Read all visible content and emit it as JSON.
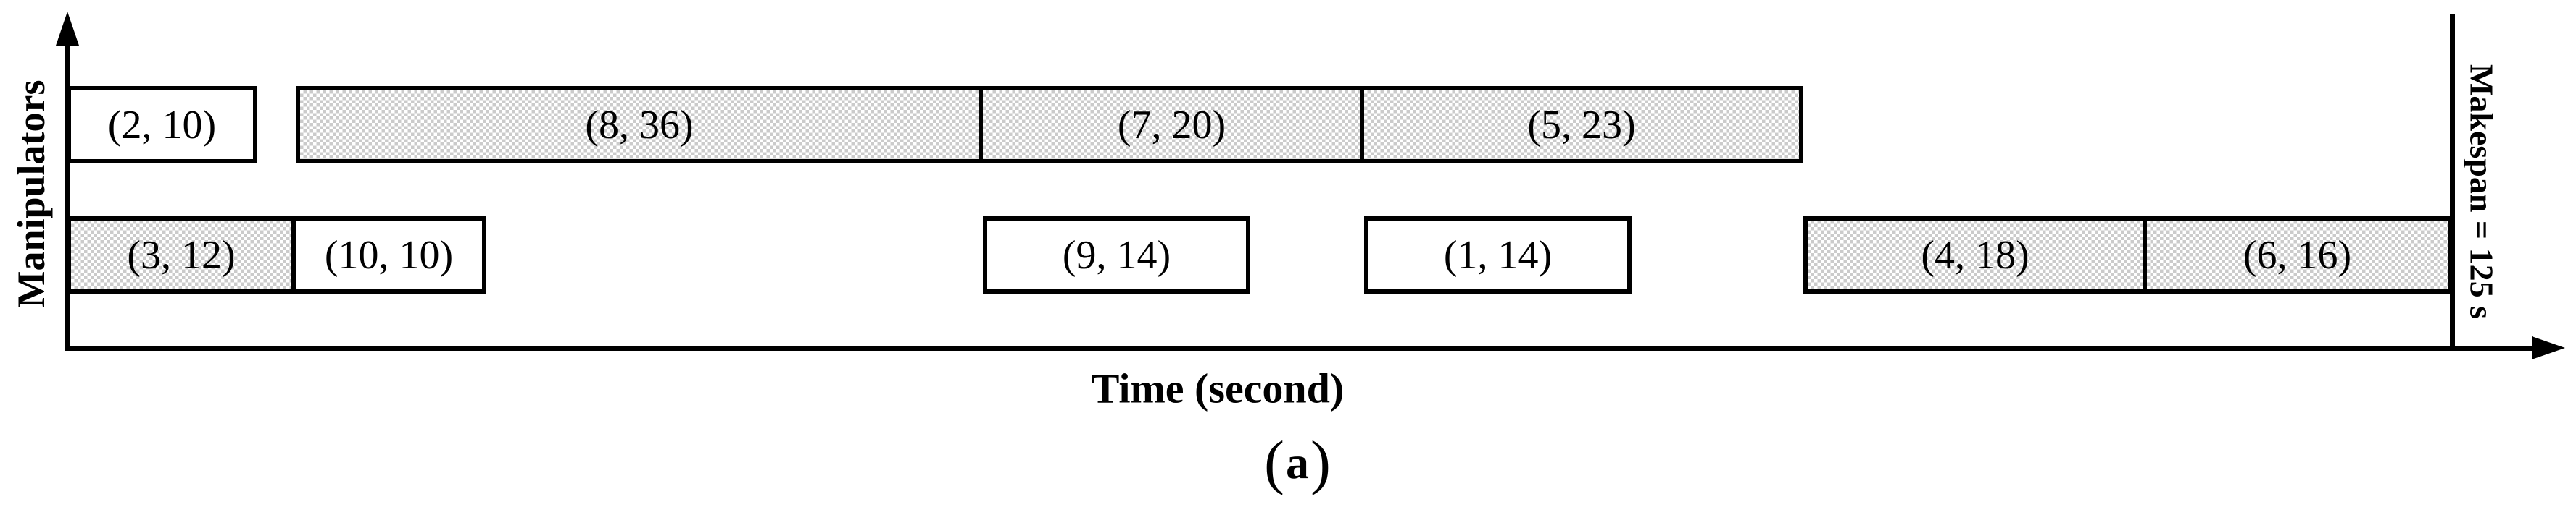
{
  "figure": {
    "y_axis_title": "Manipulators",
    "x_axis_title": "Time (second)",
    "makespan_title": "Makespan = 125 s",
    "caption": {
      "open": "(",
      "letter": "a",
      "close": ")"
    }
  },
  "chart_data": {
    "type": "gantt",
    "title": "",
    "xlabel": "Time (second)",
    "ylabel": "Manipulators",
    "x_unit": "seconds",
    "xlim": [
      0,
      131
    ],
    "grid": false,
    "makespan_s": 125,
    "makespan_label": "Makespan = 125 s",
    "caption_label": "(a)",
    "task_label_format": "(job_id, duration_s)",
    "rows": [
      {
        "name": "manipulator-row-top",
        "tasks": [
          {
            "job": 2,
            "duration_s": 10,
            "start_s": 0,
            "end_s": 10,
            "label": "(2, 10)",
            "fill": "white"
          },
          {
            "job": 8,
            "duration_s": 36,
            "start_s": 12,
            "end_s": 48,
            "label": "(8, 36)",
            "fill": "hatch"
          },
          {
            "job": 7,
            "duration_s": 20,
            "start_s": 48,
            "end_s": 68,
            "label": "(7, 20)",
            "fill": "hatch"
          },
          {
            "job": 5,
            "duration_s": 23,
            "start_s": 68,
            "end_s": 91,
            "label": "(5, 23)",
            "fill": "hatch"
          }
        ]
      },
      {
        "name": "manipulator-row-bottom",
        "tasks": [
          {
            "job": 3,
            "duration_s": 12,
            "start_s": 0,
            "end_s": 12,
            "label": "(3, 12)",
            "fill": "hatch"
          },
          {
            "job": 10,
            "duration_s": 10,
            "start_s": 12,
            "end_s": 22,
            "label": "(10, 10)",
            "fill": "white"
          },
          {
            "job": 9,
            "duration_s": 14,
            "start_s": 48,
            "end_s": 62,
            "label": "(9, 14)",
            "fill": "white"
          },
          {
            "job": 1,
            "duration_s": 14,
            "start_s": 68,
            "end_s": 82,
            "label": "(1, 14)",
            "fill": "white"
          },
          {
            "job": 4,
            "duration_s": 18,
            "start_s": 91,
            "end_s": 109,
            "label": "(4, 18)",
            "fill": "hatch"
          },
          {
            "job": 6,
            "duration_s": 16,
            "start_s": 109,
            "end_s": 125,
            "label": "(6, 16)",
            "fill": "hatch"
          }
        ]
      }
    ],
    "colors": {
      "line_and_text": "#000000",
      "hatch_gray": "#cbcbcb",
      "box_background": "#ffffff",
      "page_background": "#ffffff"
    }
  }
}
